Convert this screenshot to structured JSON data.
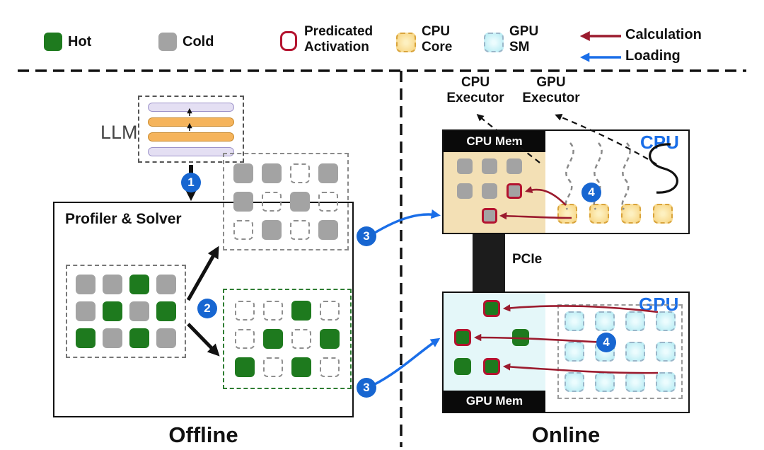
{
  "legend": {
    "hot_label": "Hot",
    "cold_label": "Cold",
    "predicated_label": "Predicated\nActivation",
    "cpu_core_label": "CPU\nCore",
    "gpu_sm_label": "GPU\nSM",
    "calculation_label": "Calculation",
    "loading_label": "Loading"
  },
  "offline": {
    "section_label": "Offline",
    "llm_label": "LLM",
    "profiler_title": "Profiler & Solver",
    "input_grid": [
      [
        "cold",
        "cold",
        "hot",
        "cold"
      ],
      [
        "cold",
        "hot",
        "cold",
        "hot"
      ],
      [
        "hot",
        "cold",
        "hot",
        "cold"
      ]
    ],
    "cold_grid": [
      [
        "cold",
        "cold",
        "empty",
        "cold"
      ],
      [
        "cold",
        "empty",
        "cold",
        "empty"
      ],
      [
        "empty",
        "cold",
        "empty",
        "cold"
      ]
    ],
    "hot_grid": [
      [
        "empty",
        "empty",
        "hot",
        "empty"
      ],
      [
        "empty",
        "hot",
        "empty",
        "hot"
      ],
      [
        "hot",
        "empty",
        "hot",
        "empty"
      ]
    ]
  },
  "online": {
    "section_label": "Online",
    "cpu_executor_label": "CPU\nExecutor",
    "gpu_executor_label": "GPU\nExecutor",
    "cpu_label": "CPU",
    "gpu_label": "GPU",
    "cpu_mem_label": "CPU Mem",
    "gpu_mem_label": "GPU Mem",
    "pcie_label": "PCIe",
    "cpu_mem_grid": [
      [
        "cold",
        "cold",
        "cold"
      ],
      [
        "cold",
        "cold",
        "pred-cold"
      ],
      [
        "",
        "pred-cold",
        ""
      ]
    ],
    "gpu_mem_grid": [
      [
        "",
        "pred-hot",
        ""
      ],
      [
        "pred-hot",
        "",
        "hot"
      ],
      [
        "hot",
        "pred-hot",
        ""
      ]
    ],
    "cpu_core_row": [
      [
        "cpu-core",
        "cpu-core",
        "cpu-core",
        "cpu-core"
      ]
    ],
    "gpu_sm_grid": [
      [
        "gpu-sm",
        "gpu-sm",
        "gpu-sm",
        "gpu-sm"
      ],
      [
        "gpu-sm",
        "gpu-sm",
        "gpu-sm",
        "gpu-sm"
      ],
      [
        "gpu-sm",
        "gpu-sm",
        "gpu-sm",
        "gpu-sm"
      ]
    ]
  },
  "badges": {
    "step1": "1",
    "step2": "2",
    "step3": "3",
    "step4": "4"
  },
  "colors": {
    "hot": "#1e7a1e",
    "cold": "#a3a3a3",
    "predicated": "#b4132f",
    "cpu-core-fill": "#f8d98c",
    "cpu-core-border": "#d9a43c",
    "gpu-sm-fill": "#bfeef5",
    "gpu-sm-border": "#9ab6c9",
    "calculation": "#9b1b2e",
    "loading": "#1a6ee8",
    "badge": "#1766d1",
    "cpu-mem-fill": "#f3e0b5",
    "gpu-mem-fill": "#e4f7f9"
  }
}
